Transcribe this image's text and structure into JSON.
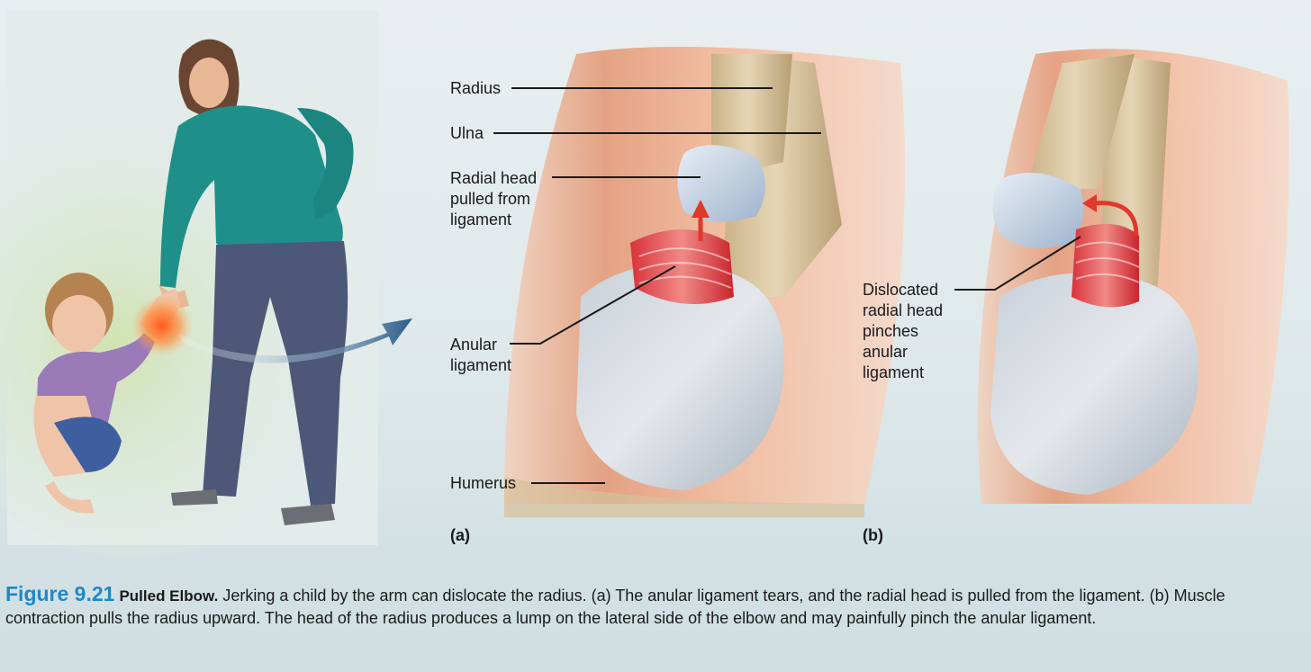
{
  "panel_a": {
    "letter": "(a)",
    "labels": {
      "radius": "Radius",
      "ulna": "Ulna",
      "radial_head": [
        "Radial head",
        "pulled from",
        "ligament"
      ],
      "anular": [
        "Anular",
        "ligament"
      ],
      "humerus": "Humerus"
    }
  },
  "panel_b": {
    "letter": "(b)",
    "labels": {
      "dislocated": [
        "Dislocated",
        "radial head",
        "pinches",
        "anular",
        "ligament"
      ]
    }
  },
  "caption": {
    "figure_number": "Figure 9.21",
    "title": "Pulled Elbow.",
    "text": "Jerking a child by the arm can dislocate the radius. (a) The anular ligament tears, and the radial head is pulled from the ligament. (b) Muscle contraction pulls the radius upward. The head of the radius produces a lump on the lateral side of the elbow and may painfully pinch the anular ligament."
  },
  "colors": {
    "caption_accent": "#1f88c8",
    "ligament_red": "#d8323a",
    "arrow_red": "#e0392b",
    "bone": "#d9c7a4",
    "shirt_woman": "#1f8f8a",
    "shirt_child": "#9a7bb8",
    "jeans": "#4d5878"
  },
  "icons": [
    "motion-arrow-icon",
    "pull-arrow-icon",
    "curved-arrow-icon"
  ]
}
